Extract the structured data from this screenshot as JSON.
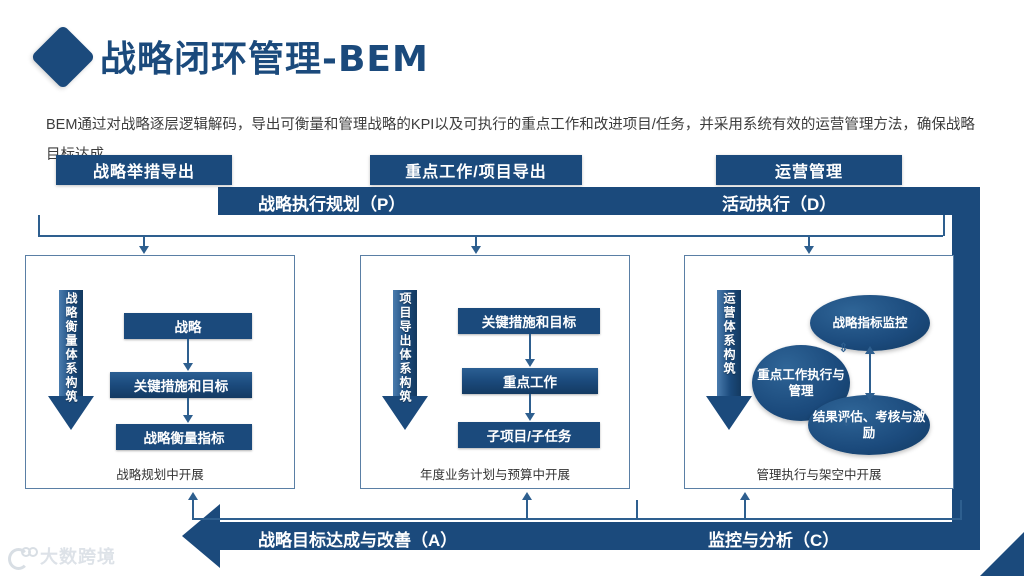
{
  "header": {
    "title": "战略闭环管理-BEM",
    "diamond_icon": "diamond-icon",
    "accent_color": "#1b4a7c"
  },
  "description": "BEM通过对战略逐层逻辑解码，导出可衡量和管理战略的KPI以及可执行的重点工作和改进项目/任务，并采用系统有效的运营管理方法，确保战略目标达成",
  "cycle_bars": {
    "top_left_label": "战略执行规划（P）",
    "top_right_label": "活动执行（D）",
    "bottom_left_label": "战略目标达成与改善（A）",
    "bottom_right_label": "监控与分析（C）"
  },
  "panels": [
    {
      "header": "战略举措导出",
      "side_arrow_text": "战略衡量体系构筑",
      "boxes": [
        "战略",
        "关键措施和目标",
        "战略衡量指标"
      ],
      "caption": "战略规划中开展"
    },
    {
      "header": "重点工作/项目导出",
      "side_arrow_text": "项目导出体系构筑",
      "boxes": [
        "关键措施和目标",
        "重点工作",
        "子项目/子任务"
      ],
      "caption": "年度业务计划与预算中开展"
    },
    {
      "header": "运营管理",
      "side_arrow_text": "运营体系构筑",
      "ellipses": [
        "战略指标监控",
        "重点工作执行与管理",
        "结果评估、考核与激励"
      ],
      "caption": "管理执行与架空中开展"
    }
  ],
  "watermark": {
    "text": "大数跨境",
    "logo_icon": "brand-logo-icon"
  }
}
